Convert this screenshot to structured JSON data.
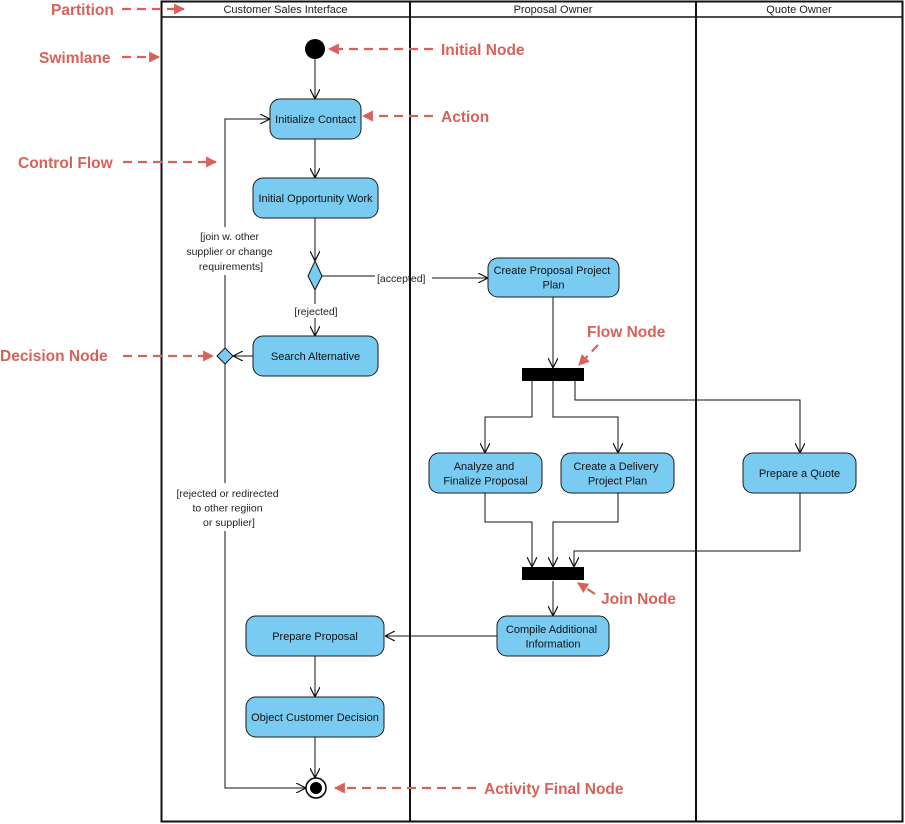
{
  "partitions": [
    "Customer Sales Interface",
    "Proposal Owner",
    "Quote Owner"
  ],
  "actions": {
    "initialize_contact": [
      "Initialize Contact"
    ],
    "initial_opportunity_work": [
      "Initial Opportunity Work"
    ],
    "search_alternative": [
      "Search Alternative"
    ],
    "create_proposal_project_plan": [
      "Create Proposal Project",
      "Plan"
    ],
    "analyze_finalize_proposal": [
      "Analyze and",
      "Finalize Proposal"
    ],
    "create_delivery_project_plan": [
      "Create a Delivery",
      "Project Plan"
    ],
    "prepare_quote": [
      "Prepare a Quote"
    ],
    "compile_additional_information": [
      "Compile Additional",
      "Information"
    ],
    "prepare_proposal": [
      "Prepare Proposal"
    ],
    "object_customer_decision": [
      "Object Customer Decision"
    ]
  },
  "guards": {
    "accepted": [
      "[accepted]"
    ],
    "rejected": [
      "[rejected]"
    ],
    "join_other_supplier": [
      "[join w. other",
      "supplier or change",
      "requirements]"
    ],
    "rejected_redirected": [
      "[rejected or redirected",
      "to other regiion",
      "or supplier]"
    ]
  },
  "callouts": {
    "partition": "Partition",
    "swimlane": "Swimlane",
    "control_flow": "Control Flow",
    "decision_node": "Decision Node",
    "initial_node": "Initial Node",
    "action": "Action",
    "flow_node": "Flow Node",
    "join_node": "Join Node",
    "activity_final_node": "Activity Final Node"
  },
  "colors": {
    "action_fill": "#79cbf2",
    "callout": "#d6625a",
    "line": "#111111"
  }
}
